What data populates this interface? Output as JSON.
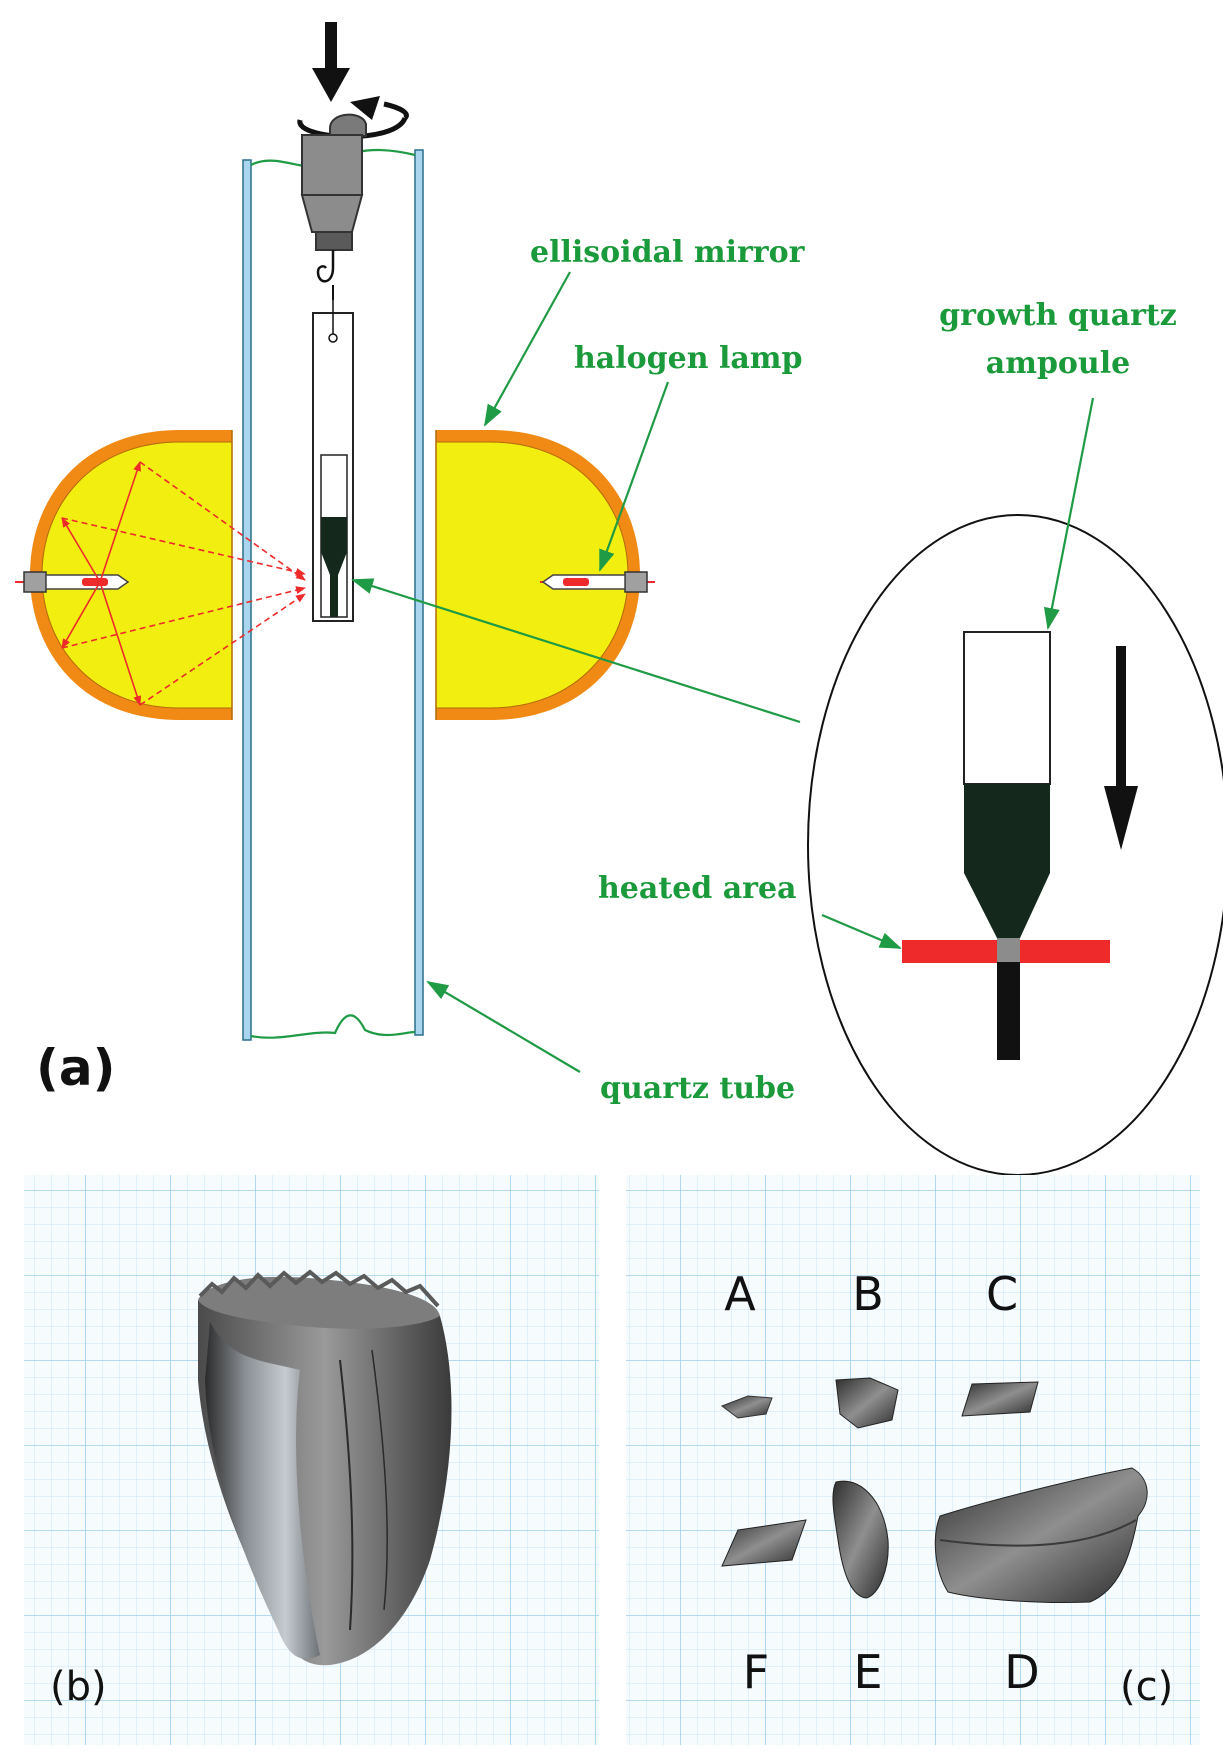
{
  "colors": {
    "label_green": "#1a9a3a",
    "pointer_green": "#1f9a45",
    "mirror_orange": "#f08a14",
    "mirror_fill_yellow": "#f2ee0f",
    "ray_red": "#ee2a2a",
    "tube_blue": "#a9d6ee",
    "melt_dark": "#14281c",
    "grid_blue": "#b7ddf2"
  },
  "panel_a": {
    "tag": "(a)",
    "labels": {
      "mirror": "ellisoidal mirror",
      "lamp": "halogen lamp",
      "ampoule_line1": "growth quartz",
      "ampoule_line2": "ampoule",
      "heated": "heated area",
      "tube": "quartz tube"
    },
    "icons": [
      "down-arrow-icon",
      "rotation-arrow-icon",
      "hook-icon"
    ]
  },
  "panel_b": {
    "tag": "(b)"
  },
  "panel_c": {
    "tag": "(c)",
    "letters_top": [
      "A",
      "B",
      "C"
    ],
    "letters_bottom": [
      "F",
      "E",
      "D"
    ]
  }
}
